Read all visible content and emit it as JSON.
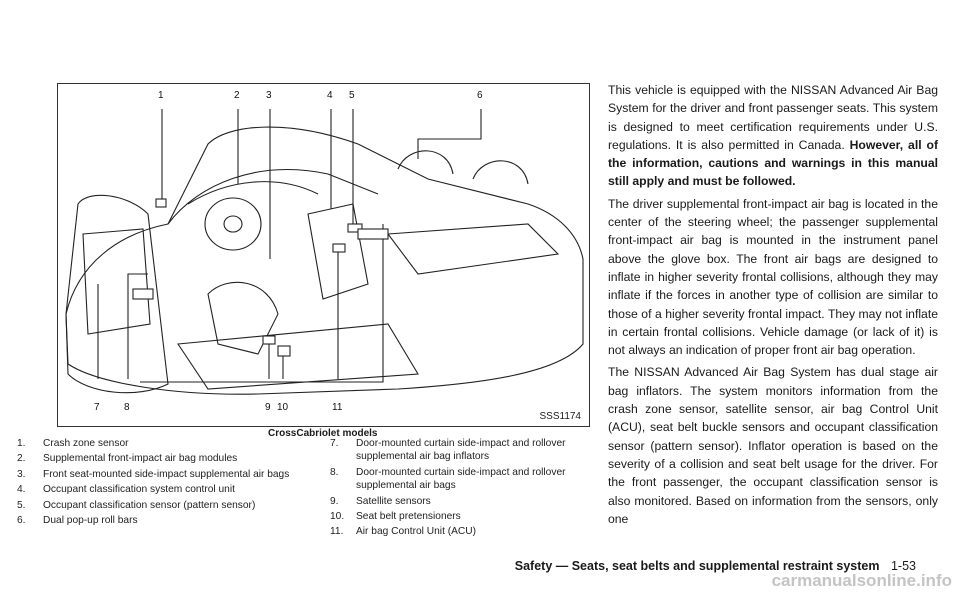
{
  "figure": {
    "code": "SSS1174",
    "caption": "CrossCabriolet models",
    "callouts": [
      "1",
      "2",
      "3",
      "4",
      "5",
      "6",
      "7",
      "8",
      "9",
      "10",
      "11"
    ]
  },
  "legend": {
    "left": [
      {
        "num": "1.",
        "text": "Crash zone sensor"
      },
      {
        "num": "2.",
        "text": "Supplemental front-impact air bag modules"
      },
      {
        "num": "3.",
        "text": "Front seat-mounted side-impact supplemental air bags"
      },
      {
        "num": "4.",
        "text": "Occupant classification system control unit"
      },
      {
        "num": "5.",
        "text": "Occupant classification sensor (pattern sensor)"
      },
      {
        "num": "6.",
        "text": "Dual pop-up roll bars"
      }
    ],
    "right": [
      {
        "num": "7.",
        "text": "Door-mounted curtain side-impact and rollover supplemental air bag inflators"
      },
      {
        "num": "8.",
        "text": "Door-mounted curtain side-impact and rollover supplemental air bags"
      },
      {
        "num": "9.",
        "text": "Satellite sensors"
      },
      {
        "num": "10.",
        "text": "Seat belt pretensioners"
      },
      {
        "num": "11.",
        "text": "Air bag Control Unit (ACU)"
      }
    ]
  },
  "body": {
    "p1_regular": "This vehicle is equipped with the NISSAN Advanced Air Bag System for the driver and front passenger seats. This system is designed to meet certification requirements under U.S. regulations. It is also permitted in Canada.",
    "p1_bold": "However, all of the information, cautions and warnings in this manual still apply and must be followed.",
    "p2": "The driver supplemental front-impact air bag is located in the center of the steering wheel; the passenger supplemental front-impact air bag is mounted in the instrument panel above the glove box. The front air bags are designed to inflate in higher severity frontal collisions, although they may inflate if the forces in another type of collision are similar to those of a higher severity frontal impact. They may not inflate in certain frontal collisions. Vehicle damage (or lack of it) is not always an indication of proper front air bag operation.",
    "p3": "The NISSAN Advanced Air Bag System has dual stage air bag inflators. The system monitors information from the crash zone sensor, satellite sensor, air bag Control Unit (ACU), seat belt buckle sensors and occupant classification sensor (pattern sensor). Inflator operation is based on the severity of a collision and seat belt usage for the driver. For the front passenger, the occupant classification sensor is also monitored. Based on information from the sensors, only one"
  },
  "footer": {
    "title": "Safety — Seats, seat belts and supplemental restraint system",
    "page": "1-53"
  },
  "watermark": "carmanualsonline.info"
}
